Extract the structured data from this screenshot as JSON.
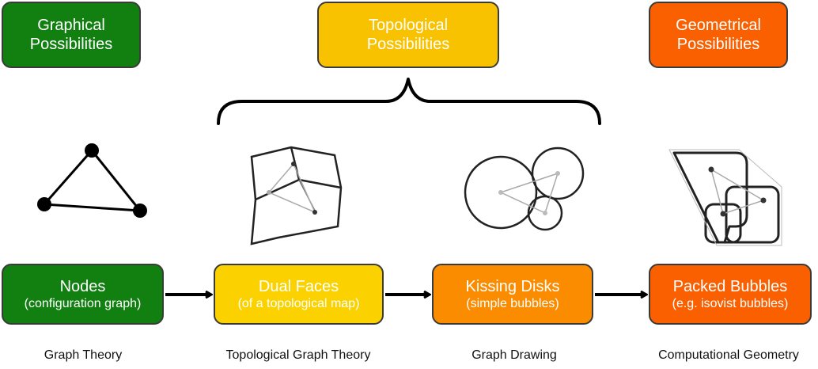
{
  "headers": {
    "graphical": {
      "line1": "Graphical",
      "line2": "Possibilities"
    },
    "topological": {
      "line1": "Topological",
      "line2": "Possibilities"
    },
    "geometrical": {
      "line1": "Geometrical",
      "line2": "Possibilities"
    }
  },
  "flow": {
    "nodes": {
      "title": "Nodes",
      "subtitle": "(configuration graph)"
    },
    "dual_faces": {
      "title": "Dual Faces",
      "subtitle": "(of a topological map)"
    },
    "kissing_disks": {
      "title": "Kissing Disks",
      "subtitle": "(simple bubbles)"
    },
    "packed_bubbles": {
      "title": "Packed Bubbles",
      "subtitle": "(e.g. isovist bubbles)"
    }
  },
  "captions": {
    "graph_theory": "Graph Theory",
    "topological_graph_theory": "Topological Graph Theory",
    "graph_drawing": "Graph Drawing",
    "computational_geometry": "Computational Geometry"
  },
  "colors": {
    "green": "#118011",
    "yellow": "#f9c201",
    "yellow_light": "#fbd200",
    "orange": "#fb8c00",
    "orange_red": "#fa6000",
    "border": "#3a3a3a"
  }
}
